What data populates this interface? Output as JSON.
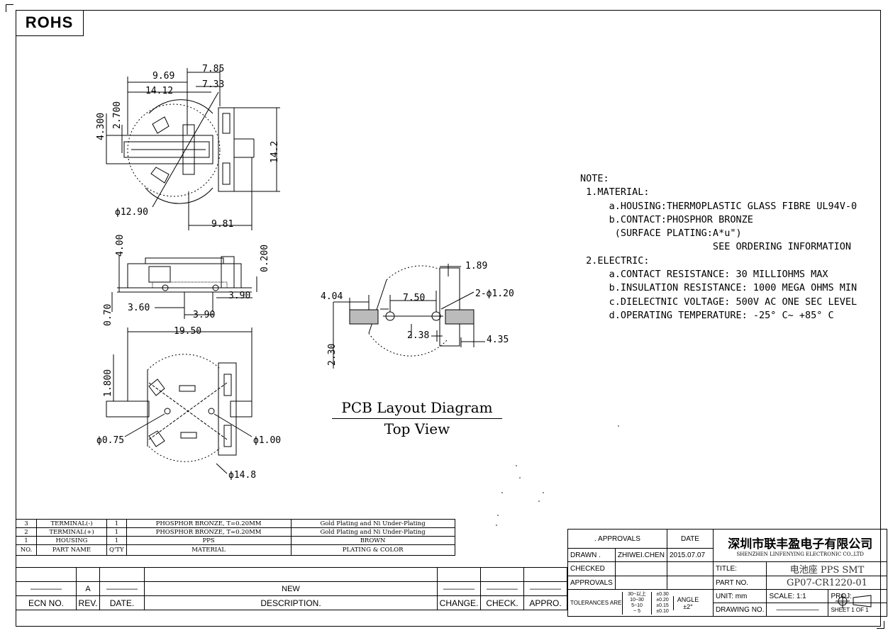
{
  "rohs_label": "ROHS",
  "dims": {
    "top_969": "9.69",
    "top_785": "7.85",
    "top_1412": "14.12",
    "top_733": "7.33",
    "top_4300": "4.300",
    "top_2700": "2.700",
    "top_142": "14.2",
    "top_dia1290": "ϕ12.90",
    "top_981": "9.81",
    "side_400": "4.00",
    "side_0200": "0.200",
    "side_390a": "3.90",
    "side_360": "3.60",
    "side_390b": "3.90",
    "side_070": "0.70",
    "bot_1950": "19.50",
    "bot_1800": "1.800",
    "bot_dia075": "ϕ0.75",
    "bot_dia100": "ϕ1.00",
    "bot_dia148": "ϕ14.8",
    "pcb_189": "1.89",
    "pcb_404": "4.04",
    "pcb_750": "7.50",
    "pcb_2dia120": "2-ϕ1.20",
    "pcb_238": "2.38",
    "pcb_435": "4.35",
    "pcb_230": "2.30"
  },
  "pcb_caption": {
    "title": "PCB Layout Diagram",
    "subtitle": "Top View"
  },
  "notes": [
    "NOTE:",
    " 1.MATERIAL:",
    "     a.HOUSING:THERMOPLASTIC GLASS FIBRE UL94V-0",
    "     b.CONTACT:PHOSPHOR BRONZE",
    "      (SURFACE PLATING:A*u\")",
    "                       SEE ORDERING INFORMATION",
    " 2.ELECTRIC:",
    "     a.CONTACT RESISTANCE: 30 MILLIOHMS MAX",
    "     b.INSULATION RESISTANCE: 1000 MEGA OHMS MIN",
    "     c.DIELECTNIC VOLTAGE: 500V AC ONE SEC LEVEL",
    "     d.OPERATING TEMPERATURE: -25° C~ +85° C"
  ],
  "bom": {
    "rows": [
      {
        "no": "3",
        "part": "TERMINAL(-)",
        "qty": "1",
        "material": "PHOSPHOR BRONZE, T=0.20MM",
        "plating": "Gold Plating and Ni Under-Plating"
      },
      {
        "no": "2",
        "part": "TERMINAL(+)",
        "qty": "1",
        "material": "PHOSPHOR BRONZE, T=0.20MM",
        "plating": "Gold Plating and Ni Under-Plating"
      },
      {
        "no": "1",
        "part": "HOUSING",
        "qty": "1",
        "material": "PPS",
        "plating": "BROWN"
      }
    ],
    "header": {
      "no": "NO.",
      "part": "PART NAME",
      "qty": "Q'TY",
      "material": "MATERIAL",
      "plating": "PLATING & COLOR"
    }
  },
  "revision": {
    "row": {
      "ecn": "————",
      "rev": "A",
      "date": "————",
      "desc": "NEW",
      "change": "————",
      "check": "————",
      "appro": "————"
    },
    "header": {
      "ecn": "ECN NO.",
      "rev": "REV.",
      "date": "DATE.",
      "desc": "DESCRIPTION.",
      "change": "CHANGE.",
      "check": "CHECK.",
      "appro": "APPRO."
    }
  },
  "title_block": {
    "approvals_label": ". APPROVALS",
    "date_label": "DATE",
    "company_cn": "深圳市联丰盈电子有限公司",
    "company_en": "SHENZHEN LINFENYING ELECTRONIC CO.,LTD",
    "drawn_label": "DRAWN  .",
    "drawn_by": "ZHIWEI.CHEN",
    "drawn_date": "2015.07.07",
    "checked_label": "CHECKED",
    "title_label": "TITLE:",
    "title_value": "电池座 PPS SMT",
    "approvals2_label": "APPROVALS",
    "part_no_label": "PART NO.",
    "part_no_value": "GP07-CR1220-01",
    "tolerances_label": "TOLERANCES ARE",
    "tol_ranges": [
      "30~以上",
      "10~30",
      "5~10",
      "~ 5"
    ],
    "tol_values": [
      "±0.30",
      "±0.20",
      "±0.15",
      "±0.10"
    ],
    "angle_label": "ANGLE",
    "angle_value": "±2°",
    "unit_label": "UNIT:  mm",
    "scale_label": "SCALE:   1:1",
    "proj_label": "PROJ:",
    "drawing_no_label": "DRAWING NO.",
    "sheet_label": "SHEET   1  OF  1"
  }
}
